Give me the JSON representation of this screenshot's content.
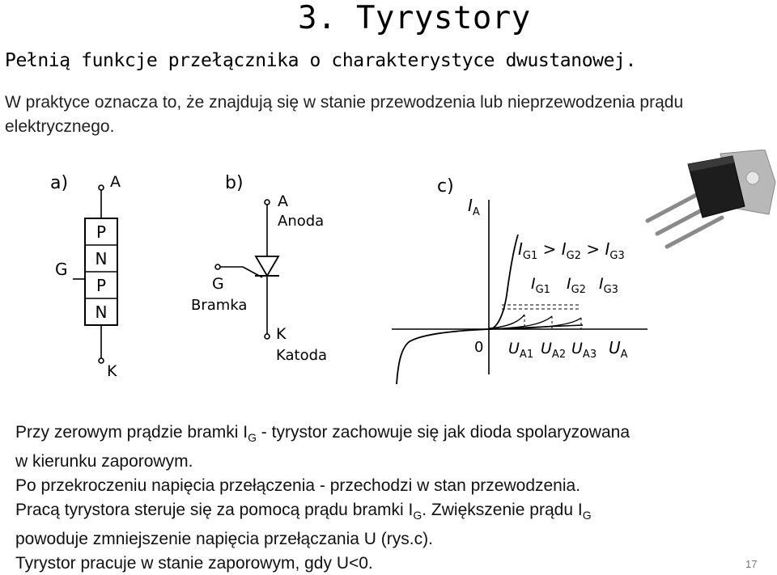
{
  "title": "3. Tyrystory",
  "subtitle": "Pełnią funkcje przełącznika o charakterystyce dwustanowej.",
  "intro": "W praktyce oznacza to, że znajdują się w stanie przewodzenia lub nieprzewodzenia prądu elektrycznego.",
  "figure": {
    "a": {
      "label": "a)",
      "terminal_a": "A",
      "terminal_k": "K",
      "terminal_g": "G",
      "layers": [
        "P",
        "N",
        "P",
        "N"
      ]
    },
    "b": {
      "label": "b)",
      "anode_letter": "A",
      "anode_name": "Anoda",
      "gate_letter": "G",
      "gate_name": "Bramka",
      "cathode_letter": "K",
      "cathode_name": "Katoda"
    },
    "c": {
      "label": "c)",
      "y_axis": "IA",
      "x_axis": "UA",
      "origin": "0",
      "relation": "IG1 > IG2 > IG3",
      "curves": [
        "IG1",
        "IG2",
        "IG3"
      ],
      "x_ticks": [
        "UA1",
        "UA2",
        "UA3"
      ]
    }
  },
  "body": {
    "l1_a": "Przy zerowym prądzie bramki I",
    "l1_sub": "G",
    "l1_b": " - tyrystor zachowuje się jak dioda spolaryzowana",
    "l2": "w kierunku zaporowym.",
    "l3": "Po przekroczeniu napięcia przełączenia - przechodzi w stan przewodzenia.",
    "l4_a": "Pracą tyrystora steruje się za pomocą prądu bramki I",
    "l4_sub1": "G",
    "l4_b": ". Zwiększenie prądu I",
    "l4_sub2": "G",
    "l5": "powoduje zmniejszenie napięcia przełączania U (rys.c).",
    "l6": "Tyrystor  pracuje w stanie zaporowym, gdy U<0."
  },
  "page_number": "17"
}
